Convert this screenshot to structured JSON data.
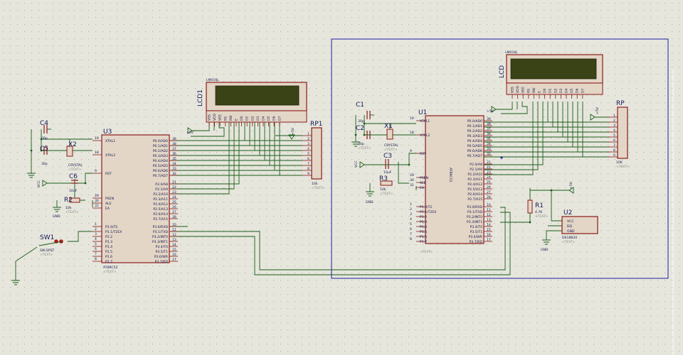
{
  "colors": {
    "background": "#e6e6dc",
    "grid_dot": "#b9b9a6",
    "wire": "#1a5c1a",
    "body_stroke": "#8c1a1a",
    "body_fill": "#e3d6c6",
    "lcd_screen": "#3a4316",
    "text": "#15155a",
    "selection_box": "#1f1fa8"
  },
  "text_placeholder": "<TEXT>",
  "mcu_left": {
    "ref": "U3",
    "part": "AT89C52",
    "left_pins": [
      {
        "name": "XTAL1",
        "num": "19"
      },
      {
        "name": "XTAL2",
        "num": "18"
      },
      {
        "name": "RST",
        "num": "9"
      },
      {
        "name": "PSEN",
        "num": "29"
      },
      {
        "name": "ALE",
        "num": "30"
      },
      {
        "name": "EA",
        "num": "31"
      }
    ],
    "port1_pins": [
      {
        "name": "P1.0/T2",
        "num": "1"
      },
      {
        "name": "P1.1/T2EX",
        "num": "2"
      },
      {
        "name": "P1.2",
        "num": "3"
      },
      {
        "name": "P1.3",
        "num": "4"
      },
      {
        "name": "P1.4",
        "num": "5"
      },
      {
        "name": "P1.5",
        "num": "6"
      },
      {
        "name": "P1.6",
        "num": "7"
      },
      {
        "name": "P1.7",
        "num": "8"
      }
    ],
    "port0_pins": [
      {
        "name": "P0.0/AD0",
        "num": "39"
      },
      {
        "name": "P0.1/AD1",
        "num": "38"
      },
      {
        "name": "P0.2/AD2",
        "num": "37"
      },
      {
        "name": "P0.3/AD3",
        "num": "36"
      },
      {
        "name": "P0.4/AD4",
        "num": "35"
      },
      {
        "name": "P0.5/AD5",
        "num": "34"
      },
      {
        "name": "P0.6/AD6",
        "num": "33"
      },
      {
        "name": "P0.7/AD7",
        "num": "32"
      }
    ],
    "port2_pins": [
      {
        "name": "P2.0/A8",
        "num": "21"
      },
      {
        "name": "P2.1/A9",
        "num": "22"
      },
      {
        "name": "P2.2/A10",
        "num": "23"
      },
      {
        "name": "P2.3/A11",
        "num": "24"
      },
      {
        "name": "P2.4/A12",
        "num": "25"
      },
      {
        "name": "P2.5/A13",
        "num": "26"
      },
      {
        "name": "P2.6/A14",
        "num": "27"
      },
      {
        "name": "P2.7/A15",
        "num": "28"
      }
    ],
    "port3_pins": [
      {
        "name": "P3.0/RXD",
        "num": "10"
      },
      {
        "name": "P3.1/TXD",
        "num": "11"
      },
      {
        "name": "P3.2/INT0",
        "num": "12"
      },
      {
        "name": "P3.3/INT1",
        "num": "13"
      },
      {
        "name": "P3.4/T0",
        "num": "14"
      },
      {
        "name": "P3.5/T1",
        "num": "15"
      },
      {
        "name": "P3.6/WR",
        "num": "16"
      },
      {
        "name": "P3.7/RD",
        "num": "17"
      }
    ]
  },
  "mcu_right": {
    "ref": "U1",
    "part": "AT89C52",
    "left_pins": [
      {
        "name": "XTAL1",
        "num": "19"
      },
      {
        "name": "XTAL2",
        "num": "18"
      },
      {
        "name": "RST",
        "num": "9"
      },
      {
        "name": "PSEN",
        "num": "29"
      },
      {
        "name": "ALE",
        "num": "30"
      },
      {
        "name": "EA",
        "num": "31"
      }
    ],
    "port1_pins": [
      {
        "name": "P1.0/T2",
        "num": "1"
      },
      {
        "name": "P1.1/T2EX",
        "num": "2"
      },
      {
        "name": "P1.2",
        "num": "3"
      },
      {
        "name": "P1.3",
        "num": "4"
      },
      {
        "name": "P1.4",
        "num": "5"
      },
      {
        "name": "P1.5",
        "num": "6"
      },
      {
        "name": "P1.6",
        "num": "7"
      },
      {
        "name": "P1.7",
        "num": "8"
      }
    ],
    "port0_pins": [
      {
        "name": "P0.0/AD0",
        "num": "39"
      },
      {
        "name": "P0.1/AD1",
        "num": "38"
      },
      {
        "name": "P0.2/AD2",
        "num": "37"
      },
      {
        "name": "P0.3/AD3",
        "num": "36"
      },
      {
        "name": "P0.4/AD4",
        "num": "35"
      },
      {
        "name": "P0.5/AD5",
        "num": "34"
      },
      {
        "name": "P0.6/AD6",
        "num": "33"
      },
      {
        "name": "P0.7/AD7",
        "num": "32"
      }
    ],
    "port2_pins": [
      {
        "name": "P2.0/A8",
        "num": "21"
      },
      {
        "name": "P2.1/A9",
        "num": "22"
      },
      {
        "name": "P2.2/A10",
        "num": "23"
      },
      {
        "name": "P2.3/A11",
        "num": "24"
      },
      {
        "name": "P2.4/A12",
        "num": "25"
      },
      {
        "name": "P2.5/A13",
        "num": "26"
      },
      {
        "name": "P2.6/A14",
        "num": "27"
      },
      {
        "name": "P2.7/A15",
        "num": "28"
      }
    ],
    "port3_pins": [
      {
        "name": "P3.0/RXD",
        "num": "10"
      },
      {
        "name": "P3.1/TXD",
        "num": "11"
      },
      {
        "name": "P3.2/INT0",
        "num": "12"
      },
      {
        "name": "P3.3/INT1",
        "num": "13"
      },
      {
        "name": "P3.4/T0",
        "num": "14"
      },
      {
        "name": "P3.5/T1",
        "num": "15"
      },
      {
        "name": "P3.6/WR",
        "num": "16"
      },
      {
        "name": "P3.7/RD",
        "num": "17"
      }
    ]
  },
  "lcd_left": {
    "ref": "LCD1",
    "part": "LM016L",
    "pins": [
      "VSS",
      "VDD",
      "VEE",
      "RS",
      "RW",
      "E",
      "D0",
      "D1",
      "D2",
      "D3",
      "D4",
      "D5",
      "D6",
      "D7"
    ]
  },
  "lcd_right": {
    "ref": "LCD",
    "part": "LM016L",
    "pins": [
      "VSS",
      "VDD",
      "VEE",
      "RS",
      "RW",
      "E",
      "D0",
      "D1",
      "D2",
      "D3",
      "D4",
      "D5",
      "D6",
      "D7"
    ]
  },
  "rp_left": {
    "ref": "RP1",
    "value": "10k",
    "pins": [
      "1",
      "2",
      "3",
      "4",
      "5",
      "6",
      "7",
      "8",
      "9"
    ]
  },
  "rp_right": {
    "ref": "RP",
    "value": "10K",
    "pins": [
      "1",
      "2",
      "3",
      "4",
      "5",
      "6",
      "7",
      "8",
      "9"
    ]
  },
  "left_parts": {
    "c4": {
      "ref": "C4",
      "value": "30p"
    },
    "c5": {
      "ref": "C5",
      "value": "30p"
    },
    "x2": {
      "ref": "X2",
      "value": "CRYSTAL"
    },
    "c6": {
      "ref": "C6",
      "value": "10uF"
    },
    "r2": {
      "ref": "R2",
      "value": "10k"
    },
    "sw1": {
      "ref": "SW1",
      "value": "SW-SPST"
    },
    "gnd": "GND",
    "vcc": "VCC",
    "plus5v": "+5V"
  },
  "right_parts": {
    "c1": {
      "ref": "C1",
      "value": "30p"
    },
    "c2": {
      "ref": "C2",
      "value": "30p"
    },
    "x1": {
      "ref": "X1",
      "value": "CRYSTAL"
    },
    "c3": {
      "ref": "C3",
      "value": "10uF"
    },
    "r3": {
      "ref": "R3",
      "value": "10k"
    },
    "r1": {
      "ref": "R1",
      "value": "4.7K"
    },
    "u2": {
      "ref": "U2",
      "part": "DS18B20",
      "pins": [
        "VCC",
        "DQ",
        "GND"
      ]
    },
    "gnd": "GND",
    "vcc": "VCC",
    "plus5v": "+5V"
  }
}
